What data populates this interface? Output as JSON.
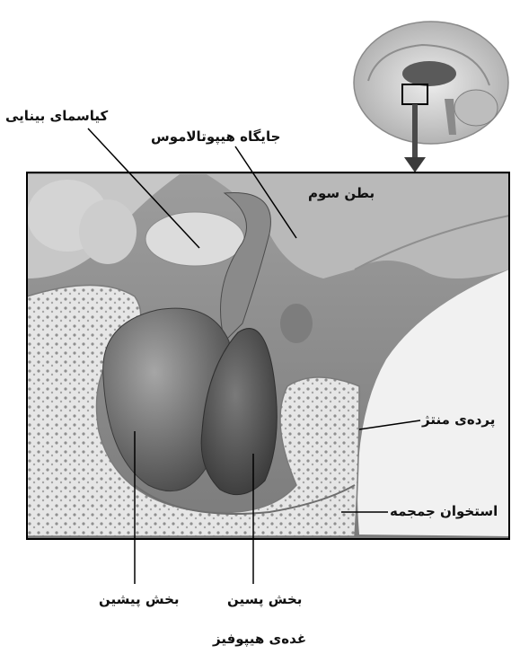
{
  "labels": {
    "optic_chiasm": "کیاسمای بینایی",
    "hypothalamus_stalk": "جایگاه هیپوتالاموس",
    "third_ventricle": "بطن سوم",
    "meninges": "پرده‌ی منتژ",
    "skull_bone": "استخوان جمجمه",
    "anterior_lobe": "بخش پیشین",
    "posterior_lobe": "بخش پسین"
  },
  "caption": "غده‌ی هیپوفیز",
  "colors": {
    "frame": "#000000",
    "brain_tissue": "#9a9a9a",
    "dark_tissue": "#5e5e5e",
    "bone": "#e4e4e4",
    "csf_space": "#f2f2f2"
  }
}
